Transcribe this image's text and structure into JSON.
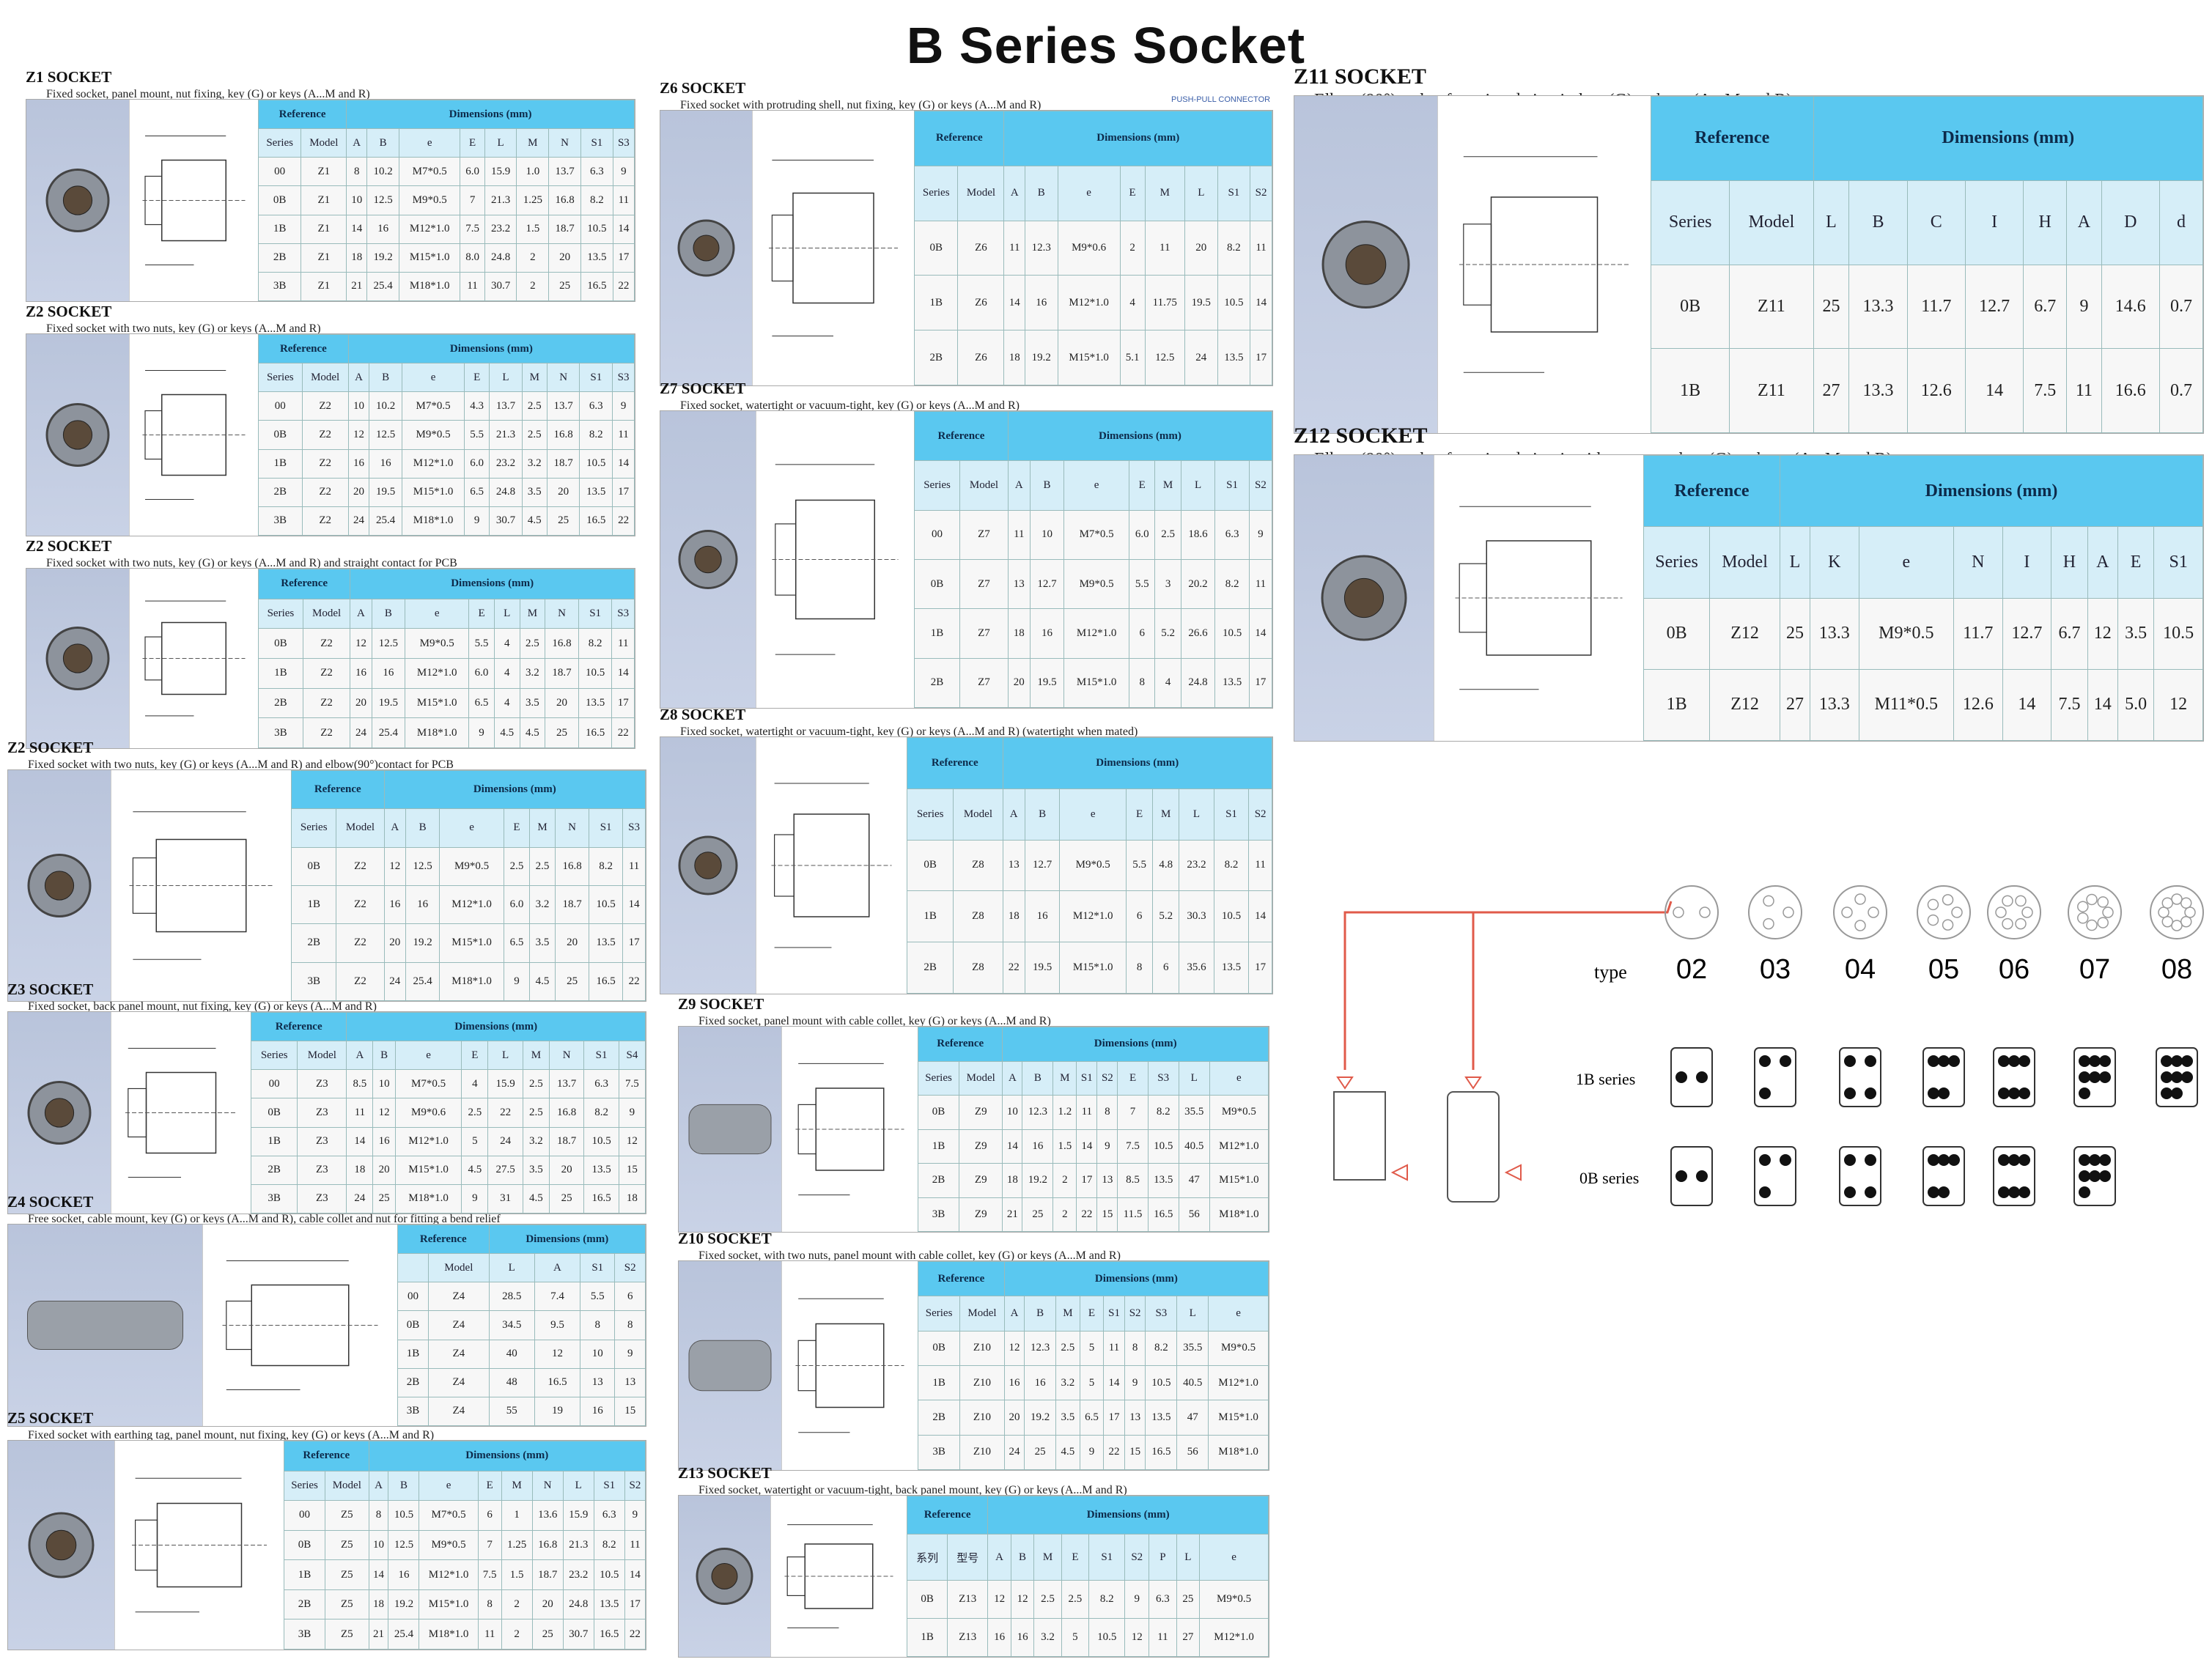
{
  "page_title": "B Series Socket",
  "logo_text": "PUSH-PULL CONNECTOR",
  "sections": {
    "z1": {
      "title": "Z1 SOCKET",
      "subtitle": "Fixed socket, panel mount, nut fixing, key (G) or keys (A...M and R)",
      "ref": "Reference",
      "dims": "Dimensions (mm)",
      "cols": [
        "Series",
        "Model",
        "A",
        "B",
        "e",
        "E",
        "L",
        "M",
        "N",
        "S1",
        "S3"
      ],
      "rows": [
        [
          "00",
          "Z1",
          "8",
          "10.2",
          "M7*0.5",
          "6.0",
          "15.9",
          "1.0",
          "13.7",
          "6.3",
          "9"
        ],
        [
          "0B",
          "Z1",
          "10",
          "12.5",
          "M9*0.5",
          "7",
          "21.3",
          "1.25",
          "16.8",
          "8.2",
          "11"
        ],
        [
          "1B",
          "Z1",
          "14",
          "16",
          "M12*1.0",
          "7.5",
          "23.2",
          "1.5",
          "18.7",
          "10.5",
          "14"
        ],
        [
          "2B",
          "Z1",
          "18",
          "19.2",
          "M15*1.0",
          "8.0",
          "24.8",
          "2",
          "20",
          "13.5",
          "17"
        ],
        [
          "3B",
          "Z1",
          "21",
          "25.4",
          "M18*1.0",
          "11",
          "30.7",
          "2",
          "25",
          "16.5",
          "22"
        ]
      ]
    },
    "z2a": {
      "title": "Z2 SOCKET",
      "subtitle": "Fixed socket with two nuts, key (G) or keys (A...M and R)",
      "ref": "Reference",
      "dims": "Dimensions (mm)",
      "cols": [
        "Series",
        "Model",
        "A",
        "B",
        "e",
        "E",
        "L",
        "M",
        "N",
        "S1",
        "S3"
      ],
      "rows": [
        [
          "00",
          "Z2",
          "10",
          "10.2",
          "M7*0.5",
          "4.3",
          "13.7",
          "2.5",
          "13.7",
          "6.3",
          "9"
        ],
        [
          "0B",
          "Z2",
          "12",
          "12.5",
          "M9*0.5",
          "5.5",
          "21.3",
          "2.5",
          "16.8",
          "8.2",
          "11"
        ],
        [
          "1B",
          "Z2",
          "16",
          "16",
          "M12*1.0",
          "6.0",
          "23.2",
          "3.2",
          "18.7",
          "10.5",
          "14"
        ],
        [
          "2B",
          "Z2",
          "20",
          "19.5",
          "M15*1.0",
          "6.5",
          "24.8",
          "3.5",
          "20",
          "13.5",
          "17"
        ],
        [
          "3B",
          "Z2",
          "24",
          "25.4",
          "M18*1.0",
          "9",
          "30.7",
          "4.5",
          "25",
          "16.5",
          "22"
        ]
      ]
    },
    "z2b": {
      "title": "Z2 SOCKET",
      "subtitle": "Fixed socket with two nuts, key (G) or keys (A...M and R) and straight contact for PCB",
      "ref": "Reference",
      "dims": "Dimensions (mm)",
      "cols": [
        "Series",
        "Model",
        "A",
        "B",
        "e",
        "E",
        "L",
        "M",
        "N",
        "S1",
        "S3"
      ],
      "rows": [
        [
          "0B",
          "Z2",
          "12",
          "12.5",
          "M9*0.5",
          "5.5",
          "4",
          "2.5",
          "16.8",
          "8.2",
          "11"
        ],
        [
          "1B",
          "Z2",
          "16",
          "16",
          "M12*1.0",
          "6.0",
          "4",
          "3.2",
          "18.7",
          "10.5",
          "14"
        ],
        [
          "2B",
          "Z2",
          "20",
          "19.5",
          "M15*1.0",
          "6.5",
          "4",
          "3.5",
          "20",
          "13.5",
          "17"
        ],
        [
          "3B",
          "Z2",
          "24",
          "25.4",
          "M18*1.0",
          "9",
          "4.5",
          "4.5",
          "25",
          "16.5",
          "22"
        ]
      ]
    },
    "z2c": {
      "title": "Z2 SOCKET",
      "subtitle": "Fixed socket with two nuts, key (G) or keys (A...M and R) and elbow(90°)contact for PCB",
      "ref": "Reference",
      "dims": "Dimensions (mm)",
      "cols": [
        "Series",
        "Model",
        "A",
        "B",
        "e",
        "E",
        "M",
        "N",
        "S1",
        "S3"
      ],
      "rows": [
        [
          "0B",
          "Z2",
          "12",
          "12.5",
          "M9*0.5",
          "2.5",
          "2.5",
          "16.8",
          "8.2",
          "11"
        ],
        [
          "1B",
          "Z2",
          "16",
          "16",
          "M12*1.0",
          "6.0",
          "3.2",
          "18.7",
          "10.5",
          "14"
        ],
        [
          "2B",
          "Z2",
          "20",
          "19.2",
          "M15*1.0",
          "6.5",
          "3.5",
          "20",
          "13.5",
          "17"
        ],
        [
          "3B",
          "Z2",
          "24",
          "25.4",
          "M18*1.0",
          "9",
          "4.5",
          "25",
          "16.5",
          "22"
        ]
      ]
    },
    "z3": {
      "title": "Z3 SOCKET",
      "subtitle": "Fixed socket, back panel mount, nut fixing, key (G) or keys (A...M and R)",
      "ref": "Reference",
      "dims": "Dimensions (mm)",
      "cols": [
        "Series",
        "Model",
        "A",
        "B",
        "e",
        "E",
        "L",
        "M",
        "N",
        "S1",
        "S4"
      ],
      "rows": [
        [
          "00",
          "Z3",
          "8.5",
          "10",
          "M7*0.5",
          "4",
          "15.9",
          "2.5",
          "13.7",
          "6.3",
          "7.5"
        ],
        [
          "0B",
          "Z3",
          "11",
          "12",
          "M9*0.6",
          "2.5",
          "22",
          "2.5",
          "16.8",
          "8.2",
          "9"
        ],
        [
          "1B",
          "Z3",
          "14",
          "16",
          "M12*1.0",
          "5",
          "24",
          "3.2",
          "18.7",
          "10.5",
          "12"
        ],
        [
          "2B",
          "Z3",
          "18",
          "20",
          "M15*1.0",
          "4.5",
          "27.5",
          "3.5",
          "20",
          "13.5",
          "15"
        ],
        [
          "3B",
          "Z3",
          "24",
          "25",
          "M18*1.0",
          "9",
          "31",
          "4.5",
          "25",
          "16.5",
          "18"
        ]
      ]
    },
    "z4": {
      "title": "Z4 SOCKET",
      "subtitle": "Free socket, cable mount, key (G) or keys (A...M and R), cable collet and nut for fitting a bend relief",
      "ref": "Reference",
      "dims": "Dimensions (mm)",
      "cols": [
        "",
        "Model",
        "L",
        "A",
        "S1",
        "S2"
      ],
      "rows": [
        [
          "00",
          "Z4",
          "28.5",
          "7.4",
          "5.5",
          "6"
        ],
        [
          "0B",
          "Z4",
          "34.5",
          "9.5",
          "8",
          "8"
        ],
        [
          "1B",
          "Z4",
          "40",
          "12",
          "10",
          "9"
        ],
        [
          "2B",
          "Z4",
          "48",
          "16.5",
          "13",
          "13"
        ],
        [
          "3B",
          "Z4",
          "55",
          "19",
          "16",
          "15"
        ]
      ]
    },
    "z5": {
      "title": "Z5 SOCKET",
      "subtitle": "Fixed socket with earthing tag, panel mount, nut fixing, key (G) or keys (A...M and R)",
      "ref": "Reference",
      "dims": "Dimensions (mm)",
      "cols": [
        "Series",
        "Model",
        "A",
        "B",
        "e",
        "E",
        "M",
        "N",
        "L",
        "S1",
        "S2"
      ],
      "rows": [
        [
          "00",
          "Z5",
          "8",
          "10.5",
          "M7*0.5",
          "6",
          "1",
          "13.6",
          "15.9",
          "6.3",
          "9"
        ],
        [
          "0B",
          "Z5",
          "10",
          "12.5",
          "M9*0.5",
          "7",
          "1.25",
          "16.8",
          "21.3",
          "8.2",
          "11"
        ],
        [
          "1B",
          "Z5",
          "14",
          "16",
          "M12*1.0",
          "7.5",
          "1.5",
          "18.7",
          "23.2",
          "10.5",
          "14"
        ],
        [
          "2B",
          "Z5",
          "18",
          "19.2",
          "M15*1.0",
          "8",
          "2",
          "20",
          "24.8",
          "13.5",
          "17"
        ],
        [
          "3B",
          "Z5",
          "21",
          "25.4",
          "M18*1.0",
          "11",
          "2",
          "25",
          "30.7",
          "16.5",
          "22"
        ]
      ]
    },
    "z6": {
      "title": "Z6 SOCKET",
      "subtitle": "Fixed socket with protruding shell, nut fixing, key (G) or keys (A...M and R)",
      "ref": "Reference",
      "dims": "Dimensions (mm)",
      "cols": [
        "Series",
        "Model",
        "A",
        "B",
        "e",
        "E",
        "M",
        "L",
        "S1",
        "S2"
      ],
      "rows": [
        [
          "0B",
          "Z6",
          "11",
          "12.3",
          "M9*0.6",
          "2",
          "11",
          "20",
          "8.2",
          "11"
        ],
        [
          "1B",
          "Z6",
          "14",
          "16",
          "M12*1.0",
          "4",
          "11.75",
          "19.5",
          "10.5",
          "14"
        ],
        [
          "2B",
          "Z6",
          "18",
          "19.2",
          "M15*1.0",
          "5.1",
          "12.5",
          "24",
          "13.5",
          "17"
        ]
      ]
    },
    "z7": {
      "title": "Z7 SOCKET",
      "subtitle": "Fixed socket, watertight or vacuum-tight, key (G) or keys (A...M and R)",
      "ref": "Reference",
      "dims": "Dimensions (mm)",
      "cols": [
        "Series",
        "Model",
        "A",
        "B",
        "e",
        "E",
        "M",
        "L",
        "S1",
        "S2"
      ],
      "rows": [
        [
          "00",
          "Z7",
          "11",
          "10",
          "M7*0.5",
          "6.0",
          "2.5",
          "18.6",
          "6.3",
          "9"
        ],
        [
          "0B",
          "Z7",
          "13",
          "12.7",
          "M9*0.5",
          "5.5",
          "3",
          "20.2",
          "8.2",
          "11"
        ],
        [
          "1B",
          "Z7",
          "18",
          "16",
          "M12*1.0",
          "6",
          "5.2",
          "26.6",
          "10.5",
          "14"
        ],
        [
          "2B",
          "Z7",
          "20",
          "19.5",
          "M15*1.0",
          "8",
          "4",
          "24.8",
          "13.5",
          "17"
        ]
      ]
    },
    "z8": {
      "title": "Z8 SOCKET",
      "subtitle": "Fixed socket, watertight or vacuum-tight, key (G) or keys (A...M and R) (watertight when mated)",
      "ref": "Reference",
      "dims": "Dimensions (mm)",
      "cols": [
        "Series",
        "Model",
        "A",
        "B",
        "e",
        "E",
        "M",
        "L",
        "S1",
        "S2"
      ],
      "rows": [
        [
          "0B",
          "Z8",
          "13",
          "12.7",
          "M9*0.5",
          "5.5",
          "4.8",
          "23.2",
          "8.2",
          "11"
        ],
        [
          "1B",
          "Z8",
          "18",
          "16",
          "M12*1.0",
          "6",
          "5.2",
          "30.3",
          "10.5",
          "14"
        ],
        [
          "2B",
          "Z8",
          "22",
          "19.5",
          "M15*1.0",
          "8",
          "6",
          "35.6",
          "13.5",
          "17"
        ]
      ]
    },
    "z9": {
      "title": "Z9 SOCKET",
      "subtitle": "Fixed socket, panel mount with cable collet, key (G) or keys (A...M and R)",
      "ref": "Reference",
      "dims": "Dimensions (mm)",
      "cols": [
        "Series",
        "Model",
        "A",
        "B",
        "M",
        "S1",
        "S2",
        "E",
        "S3",
        "L",
        "e"
      ],
      "rows": [
        [
          "0B",
          "Z9",
          "10",
          "12.3",
          "1.2",
          "11",
          "8",
          "7",
          "8.2",
          "35.5",
          "M9*0.5"
        ],
        [
          "1B",
          "Z9",
          "14",
          "16",
          "1.5",
          "14",
          "9",
          "7.5",
          "10.5",
          "40.5",
          "M12*1.0"
        ],
        [
          "2B",
          "Z9",
          "18",
          "19.2",
          "2",
          "17",
          "13",
          "8.5",
          "13.5",
          "47",
          "M15*1.0"
        ],
        [
          "3B",
          "Z9",
          "21",
          "25",
          "2",
          "22",
          "15",
          "11.5",
          "16.5",
          "56",
          "M18*1.0"
        ]
      ]
    },
    "z10": {
      "title": "Z10 SOCKET",
      "subtitle": "Fixed socket, with two nuts, panel mount with cable collet, key (G) or keys (A...M and R)",
      "ref": "Reference",
      "dims": "Dimensions (mm)",
      "cols": [
        "Series",
        "Model",
        "A",
        "B",
        "M",
        "E",
        "S1",
        "S2",
        "S3",
        "L",
        "e"
      ],
      "rows": [
        [
          "0B",
          "Z10",
          "12",
          "12.3",
          "2.5",
          "5",
          "11",
          "8",
          "8.2",
          "35.5",
          "M9*0.5"
        ],
        [
          "1B",
          "Z10",
          "16",
          "16",
          "3.2",
          "5",
          "14",
          "9",
          "10.5",
          "40.5",
          "M12*1.0"
        ],
        [
          "2B",
          "Z10",
          "20",
          "19.2",
          "3.5",
          "6.5",
          "17",
          "13",
          "13.5",
          "47",
          "M15*1.0"
        ],
        [
          "3B",
          "Z10",
          "24",
          "25",
          "4.5",
          "9",
          "22",
          "15",
          "16.5",
          "56",
          "M18*1.0"
        ]
      ]
    },
    "z13": {
      "title": "Z13 SOCKET",
      "subtitle": "Fixed socket, watertight or vacuum-tight, back panel mount, key (G) or keys (A...M and R)",
      "ref": "Reference",
      "dims": "Dimensions (mm)",
      "cols": [
        "系列",
        "型号",
        "A",
        "B",
        "M",
        "E",
        "S1",
        "S2",
        "P",
        "L",
        "e"
      ],
      "rows": [
        [
          "0B",
          "Z13",
          "12",
          "12",
          "2.5",
          "2.5",
          "8.2",
          "9",
          "6.3",
          "25",
          "M9*0.5"
        ],
        [
          "1B",
          "Z13",
          "16",
          "16",
          "3.2",
          "5",
          "10.5",
          "12",
          "11",
          "27",
          "M12*1.0"
        ]
      ]
    },
    "z11": {
      "title": "Z11 SOCKET",
      "subtitle": "Elbow(90°)socket for printed circuit, key (G) or keys (A...M and R)",
      "ref": "Reference",
      "dims": "Dimensions (mm)",
      "cols": [
        "Series",
        "Model",
        "L",
        "B",
        "C",
        "I",
        "H",
        "A",
        "D",
        "d"
      ],
      "rows": [
        [
          "0B",
          "Z11",
          "25",
          "13.3",
          "11.7",
          "12.7",
          "6.7",
          "9",
          "14.6",
          "0.7"
        ],
        [
          "1B",
          "Z11",
          "27",
          "13.3",
          "12.6",
          "14",
          "7.5",
          "11",
          "16.6",
          "0.7"
        ]
      ]
    },
    "z12": {
      "title": "Z12 SOCKET",
      "subtitle": "Elbow(90°)socket for printed circuit with two nuts, key (G) or keys (A...M and R)",
      "ref": "Reference",
      "dims": "Dimensions (mm)",
      "cols": [
        "Series",
        "Model",
        "L",
        "K",
        "e",
        "N",
        "I",
        "H",
        "A",
        "E",
        "S1"
      ],
      "rows": [
        [
          "0B",
          "Z12",
          "25",
          "13.3",
          "M9*0.5",
          "11.7",
          "12.7",
          "6.7",
          "12",
          "3.5",
          "10.5"
        ],
        [
          "1B",
          "Z12",
          "27",
          "13.3",
          "M11*0.5",
          "12.6",
          "14",
          "7.5",
          "14",
          "5.0",
          "12"
        ]
      ]
    }
  },
  "pin_diagram": {
    "type_label": "type",
    "types": [
      "02",
      "03",
      "04",
      "05",
      "06",
      "07",
      "08"
    ],
    "series_1b": "1B series",
    "series_0b": "0B series",
    "pin_counts_1b": [
      2,
      3,
      4,
      5,
      6,
      7,
      8
    ],
    "pin_counts_0b": [
      2,
      3,
      4,
      5,
      6,
      7
    ]
  }
}
